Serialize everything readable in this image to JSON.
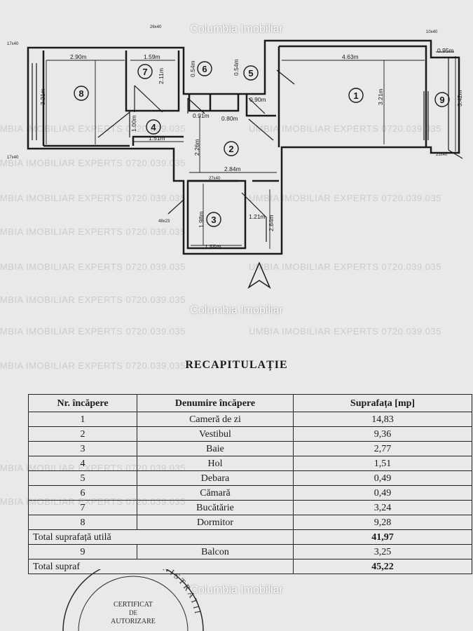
{
  "brand": "Columbia Imobiliar",
  "watermark": "UMBIA IMOBILIAR EXPERTS 0720.039.035",
  "plan": {
    "rooms": [
      "1",
      "2",
      "3",
      "4",
      "5",
      "6",
      "7",
      "8",
      "9"
    ],
    "dims": {
      "d290": "2.90m",
      "d159": "1.59m",
      "d463": "4.63m",
      "d095": "0.95m",
      "d321a": "3.21m",
      "d321b": "3.21m",
      "d342": "3.42m",
      "d211": "2.11m",
      "d054a": "0.54m",
      "d054b": "0.54m",
      "d091": "0.91m",
      "d090": "0.90m",
      "d080": "0.80m",
      "d151": "1.51m",
      "d100": "1.00m",
      "d226": "2.26m",
      "d284": "2.84m",
      "d198": "1.98m",
      "d121": "1.21m",
      "d155": "1.55m",
      "d284b": "2.84m",
      "d17a": "17x40",
      "d17b": "17x40",
      "d26": "26x40",
      "d27": "27x40",
      "d48": "48x23",
      "d10": "10x40",
      "d21": "21x40"
    }
  },
  "title": "RECAPITULAȚIE",
  "table": {
    "headers": [
      "Nr. încăpere",
      "Denumire încăpere",
      "Suprafața [mp]"
    ],
    "rows": [
      {
        "nr": "1",
        "name": "Cameră de zi",
        "area": "14,83"
      },
      {
        "nr": "2",
        "name": "Vestibul",
        "area": "9,36"
      },
      {
        "nr": "3",
        "name": "Baie",
        "area": "2,77"
      },
      {
        "nr": "4",
        "name": "Hol",
        "area": "1,51"
      },
      {
        "nr": "5",
        "name": "Debara",
        "area": "0,49"
      },
      {
        "nr": "6",
        "name": "Cămară",
        "area": "0,49"
      },
      {
        "nr": "7",
        "name": "Bucătărie",
        "area": "3,24"
      },
      {
        "nr": "8",
        "name": "Dormitor",
        "area": "9,28"
      }
    ],
    "total_useful_label": "Total suprafață utilă",
    "total_useful_value": "41,97",
    "balcony": {
      "nr": "9",
      "name": "Balcon",
      "area": "3,25"
    },
    "total_label": "Total supraf",
    "total_value": "45,22"
  },
  "stamp": {
    "arc_text": "MINISTRATII",
    "line1": "CERTIFICAT",
    "line2": "DE",
    "line3": "AUTORIZARE"
  }
}
